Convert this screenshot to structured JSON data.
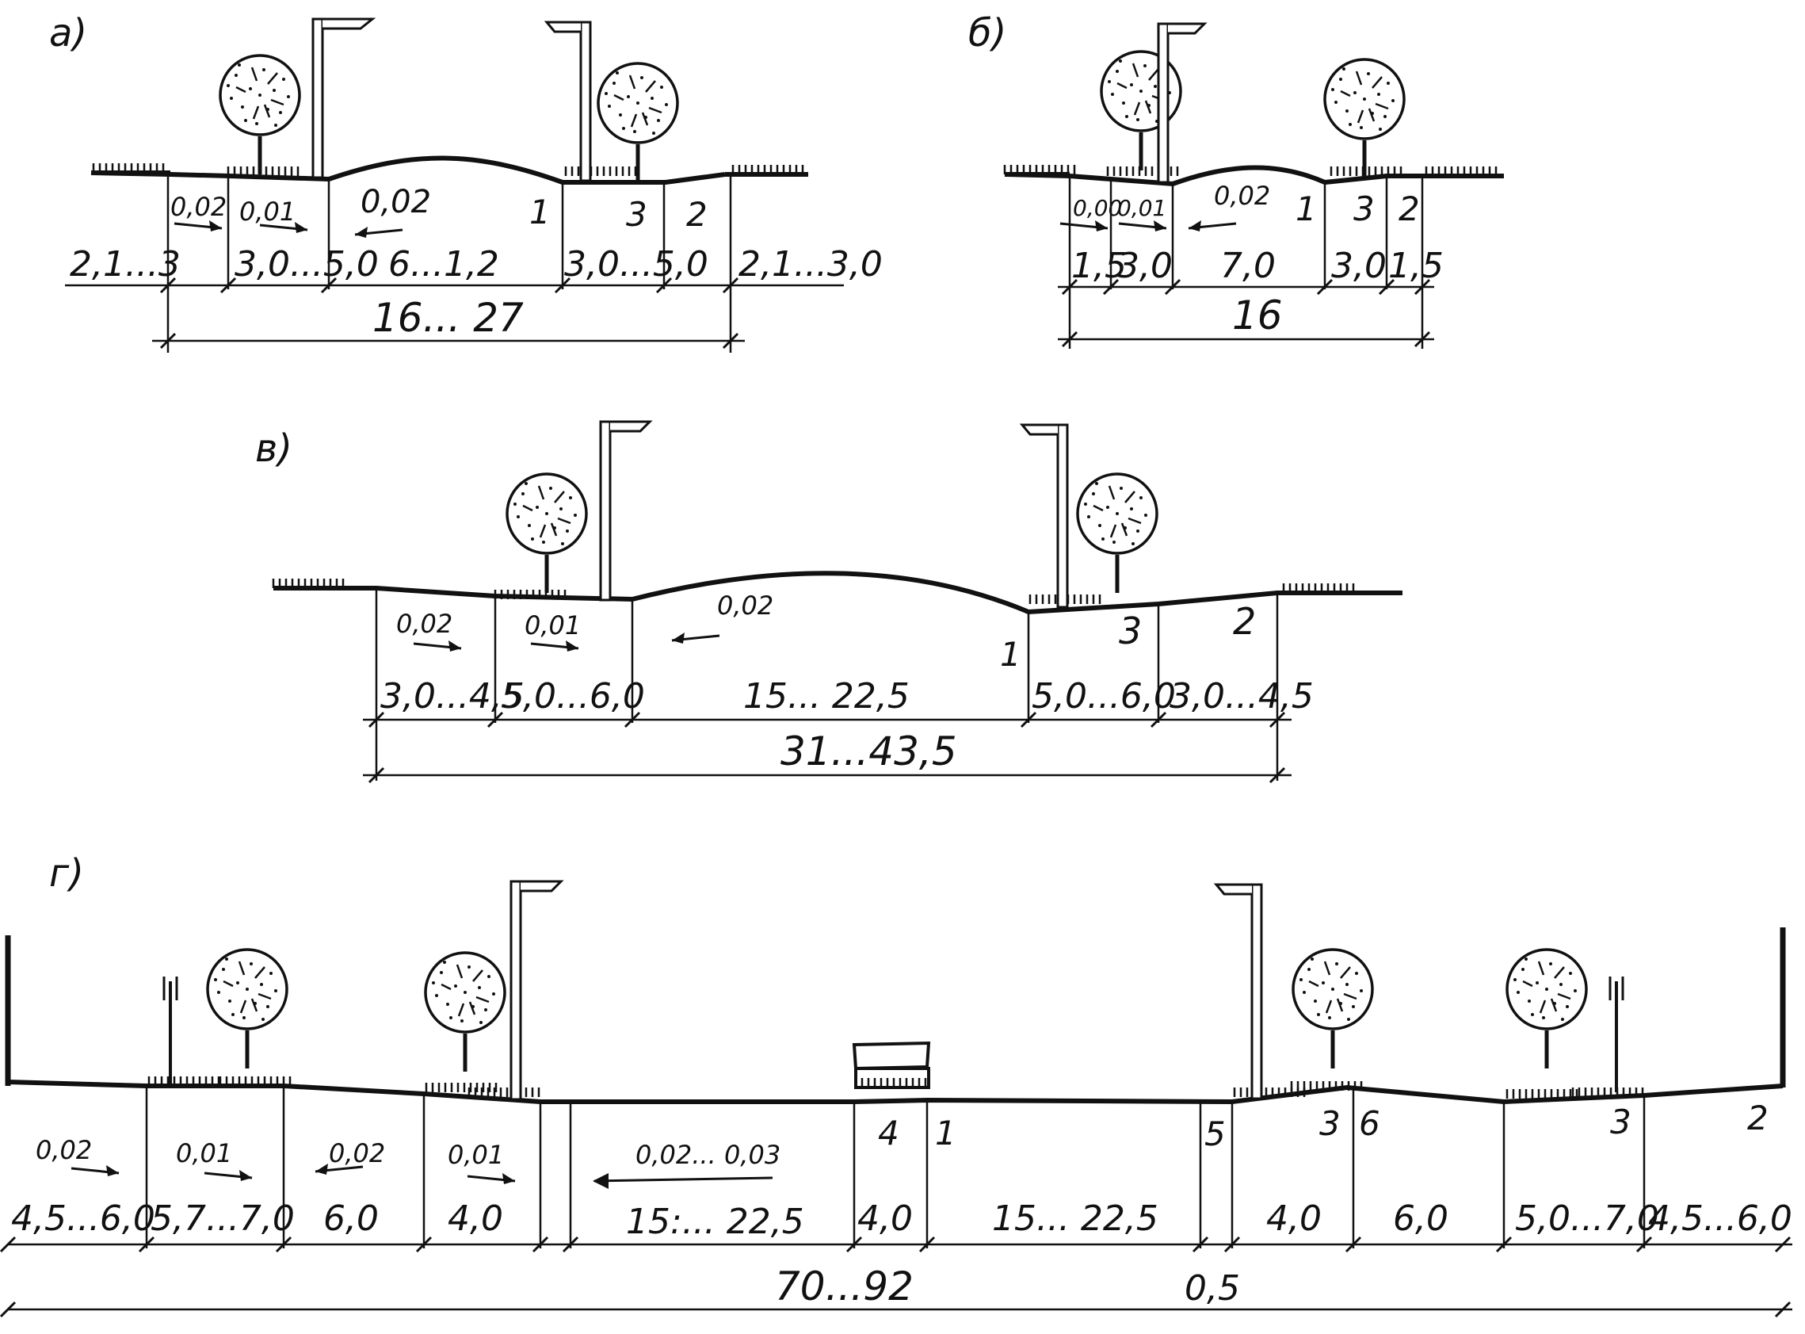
{
  "colors": {
    "ink": "#111111",
    "paper": "#ffffff"
  },
  "icons": [
    "tree-icon",
    "street-lamp-icon",
    "slope-arrow-icon",
    "dimension-tick-icon",
    "fence-post-icon",
    "barrier-block-icon"
  ],
  "diagram_a": {
    "label": "а)",
    "slopes": [
      "0,02",
      "0,01",
      "0,02"
    ],
    "zones": [
      "1",
      "3",
      "2"
    ],
    "widths": [
      "2,1...3",
      "3,0...5,0",
      "6...1,2",
      "3,0...5,0",
      "2,1...3,0"
    ],
    "total": "16... 27"
  },
  "diagram_b": {
    "label": "б)",
    "slopes": [
      "0,00",
      "0,01",
      "0,02"
    ],
    "zones": [
      "1",
      "3",
      "2"
    ],
    "widths": [
      "1,5",
      "3,0",
      "7,0",
      "3,0",
      "1,5"
    ],
    "total": "16"
  },
  "diagram_v": {
    "label": "в)",
    "slopes": [
      "0,02",
      "0,01",
      "0,02"
    ],
    "zones": [
      "1",
      "3",
      "2"
    ],
    "widths": [
      "3,0...4,5",
      "5,0...6,0",
      "15... 22,5",
      "5,0...6,0",
      "3,0...4,5"
    ],
    "total": "31...43,5"
  },
  "diagram_g": {
    "label": "г)",
    "slopes": [
      "0,02",
      "0,01",
      "0,02",
      "0,01",
      "0,02... 0,03"
    ],
    "zones": [
      "4",
      "1",
      "5",
      "3",
      "6",
      "3",
      "2"
    ],
    "widths": [
      "4,5...6,0",
      "5,7...7,0",
      "6,0",
      "4,0",
      "15:... 22,5",
      "4,0",
      "15... 22,5",
      "4,0",
      "6,0",
      "5,0...7,0",
      "4,5...6,0"
    ],
    "total": "70...92",
    "gap": "0,5"
  }
}
